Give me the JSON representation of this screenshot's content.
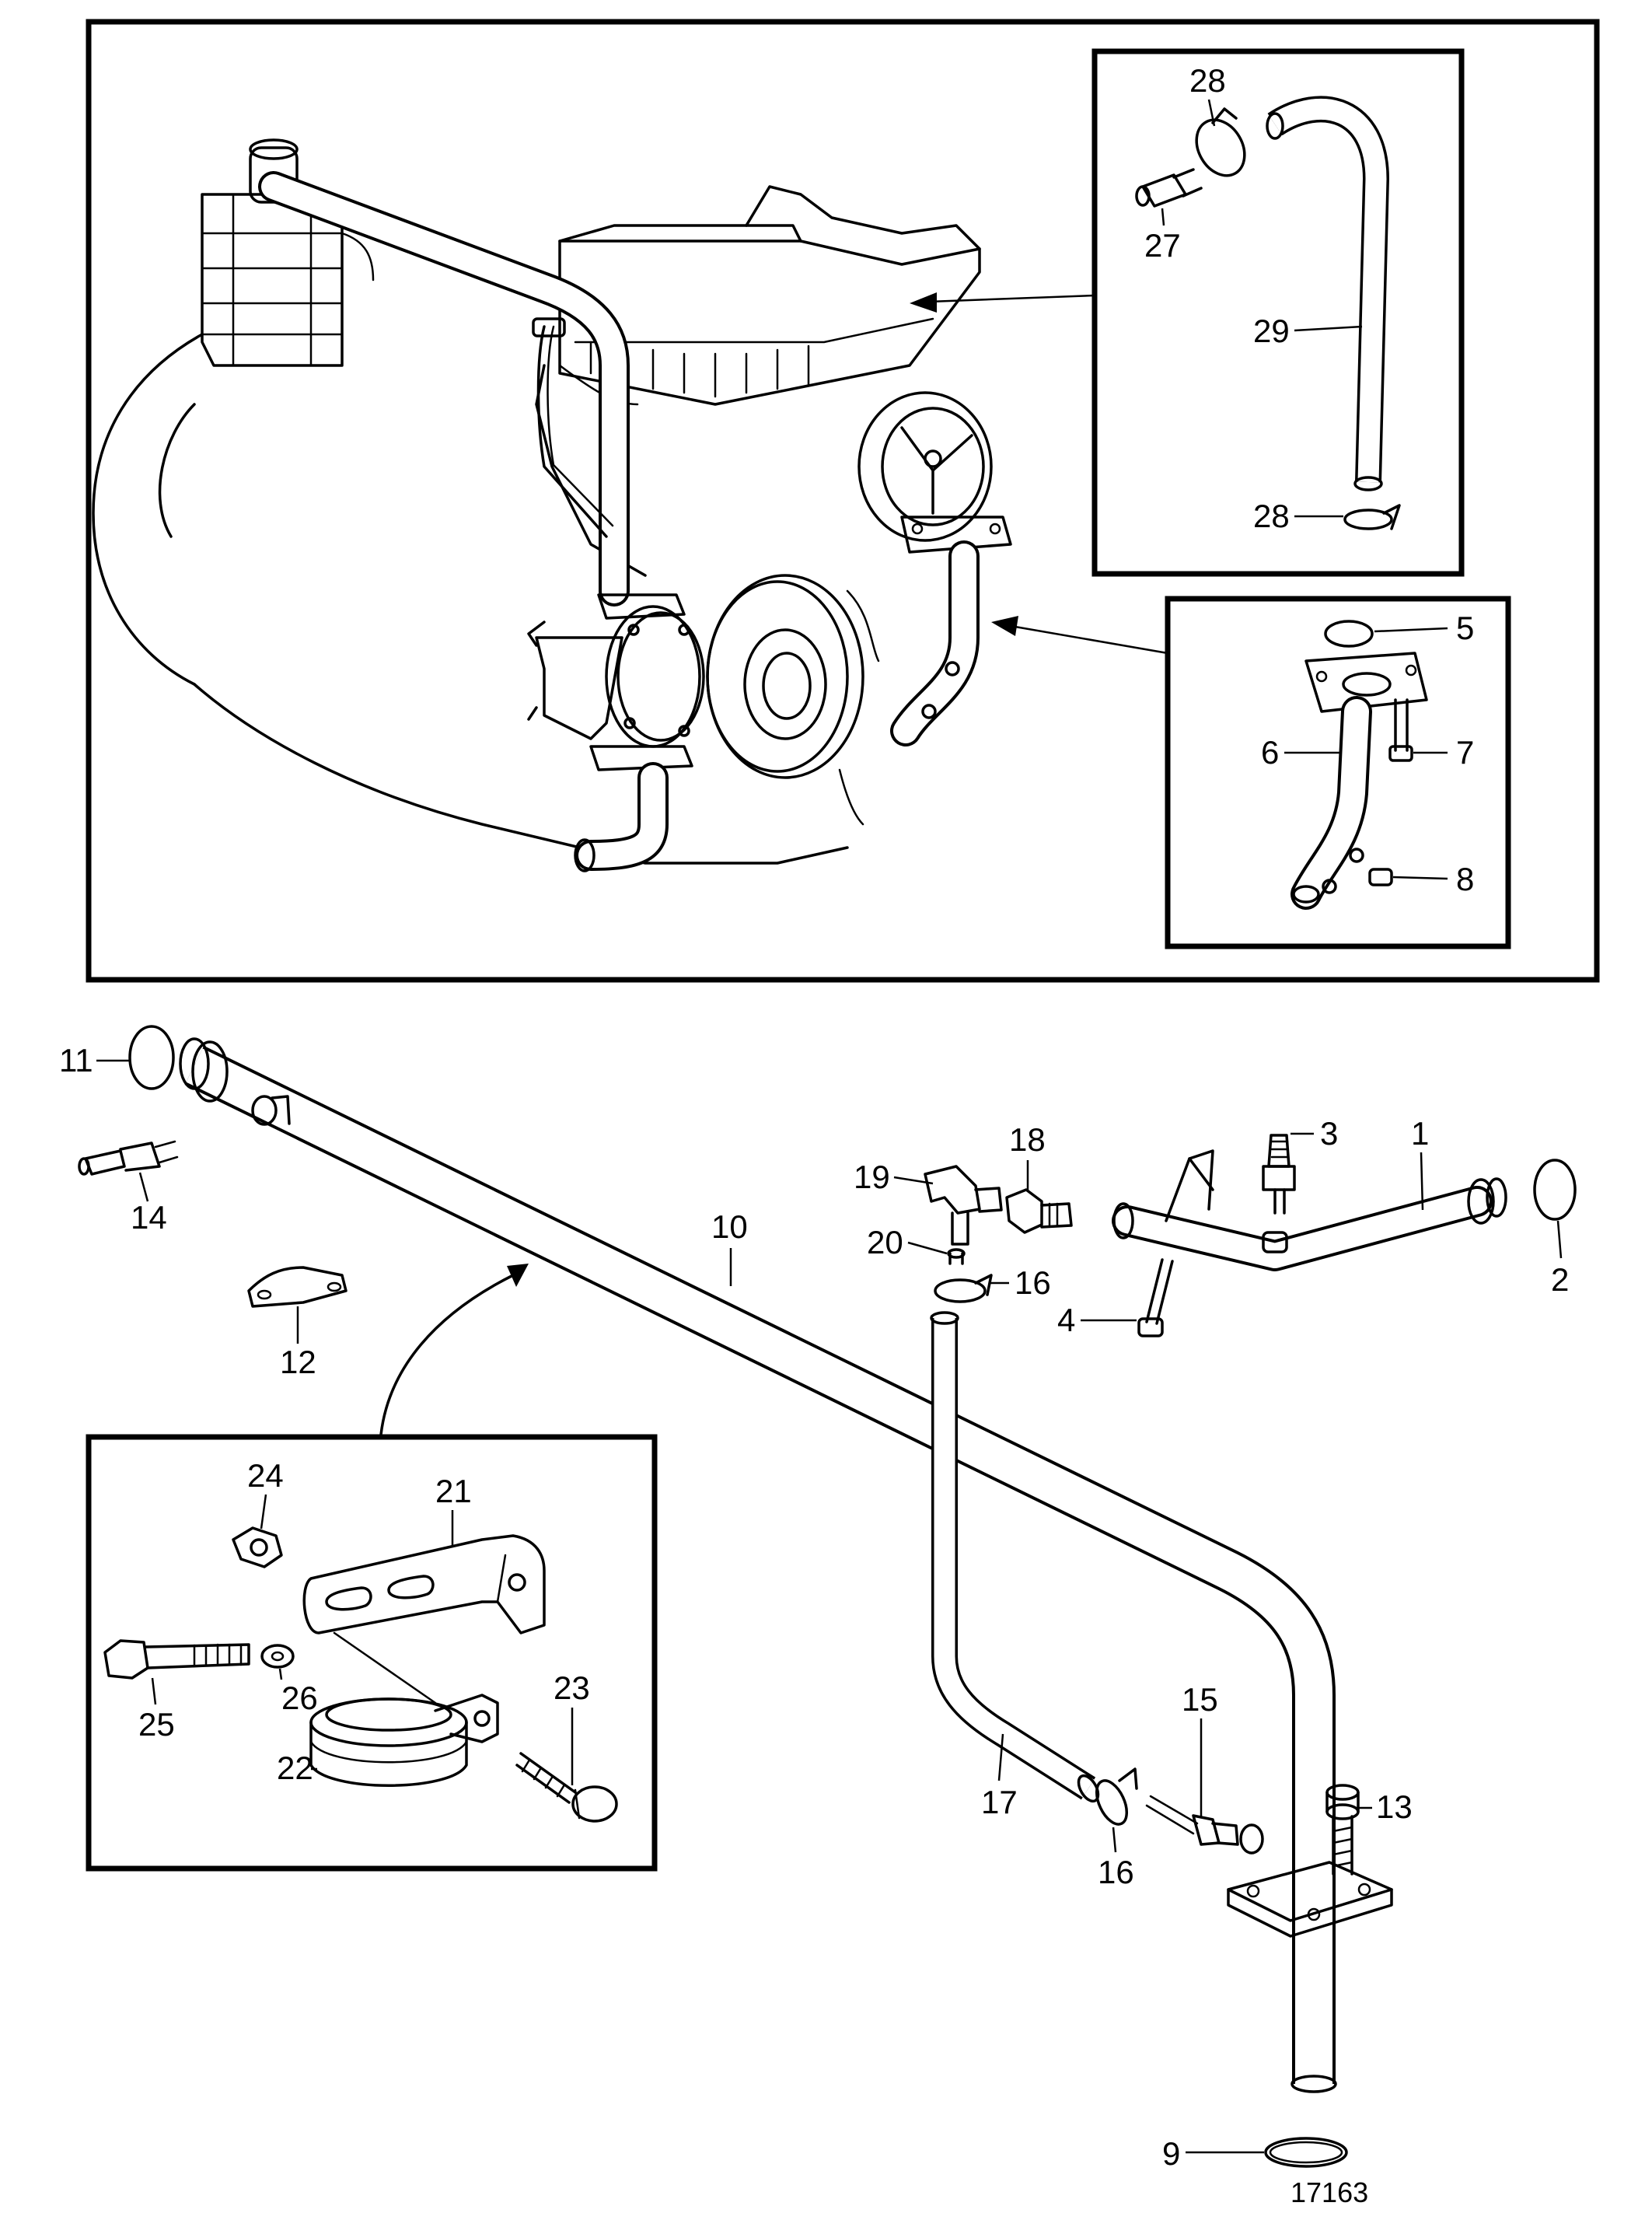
{
  "figure_number": "17163",
  "part_labels": {
    "p1": "1",
    "p2": "2",
    "p3": "3",
    "p4": "4",
    "p5": "5",
    "p6": "6",
    "p7": "7",
    "p8": "8",
    "p9": "9",
    "p10": "10",
    "p11": "11",
    "p12": "12",
    "p13": "13",
    "p14": "14",
    "p15": "15",
    "p16a": "16",
    "p16b": "16",
    "p17": "17",
    "p18": "18",
    "p19": "19",
    "p20": "20",
    "p21": "21",
    "p22": "22",
    "p23": "23",
    "p24": "24",
    "p25": "25",
    "p26": "26",
    "p27": "27",
    "p28a": "28",
    "p28b": "28",
    "p29": "29"
  }
}
